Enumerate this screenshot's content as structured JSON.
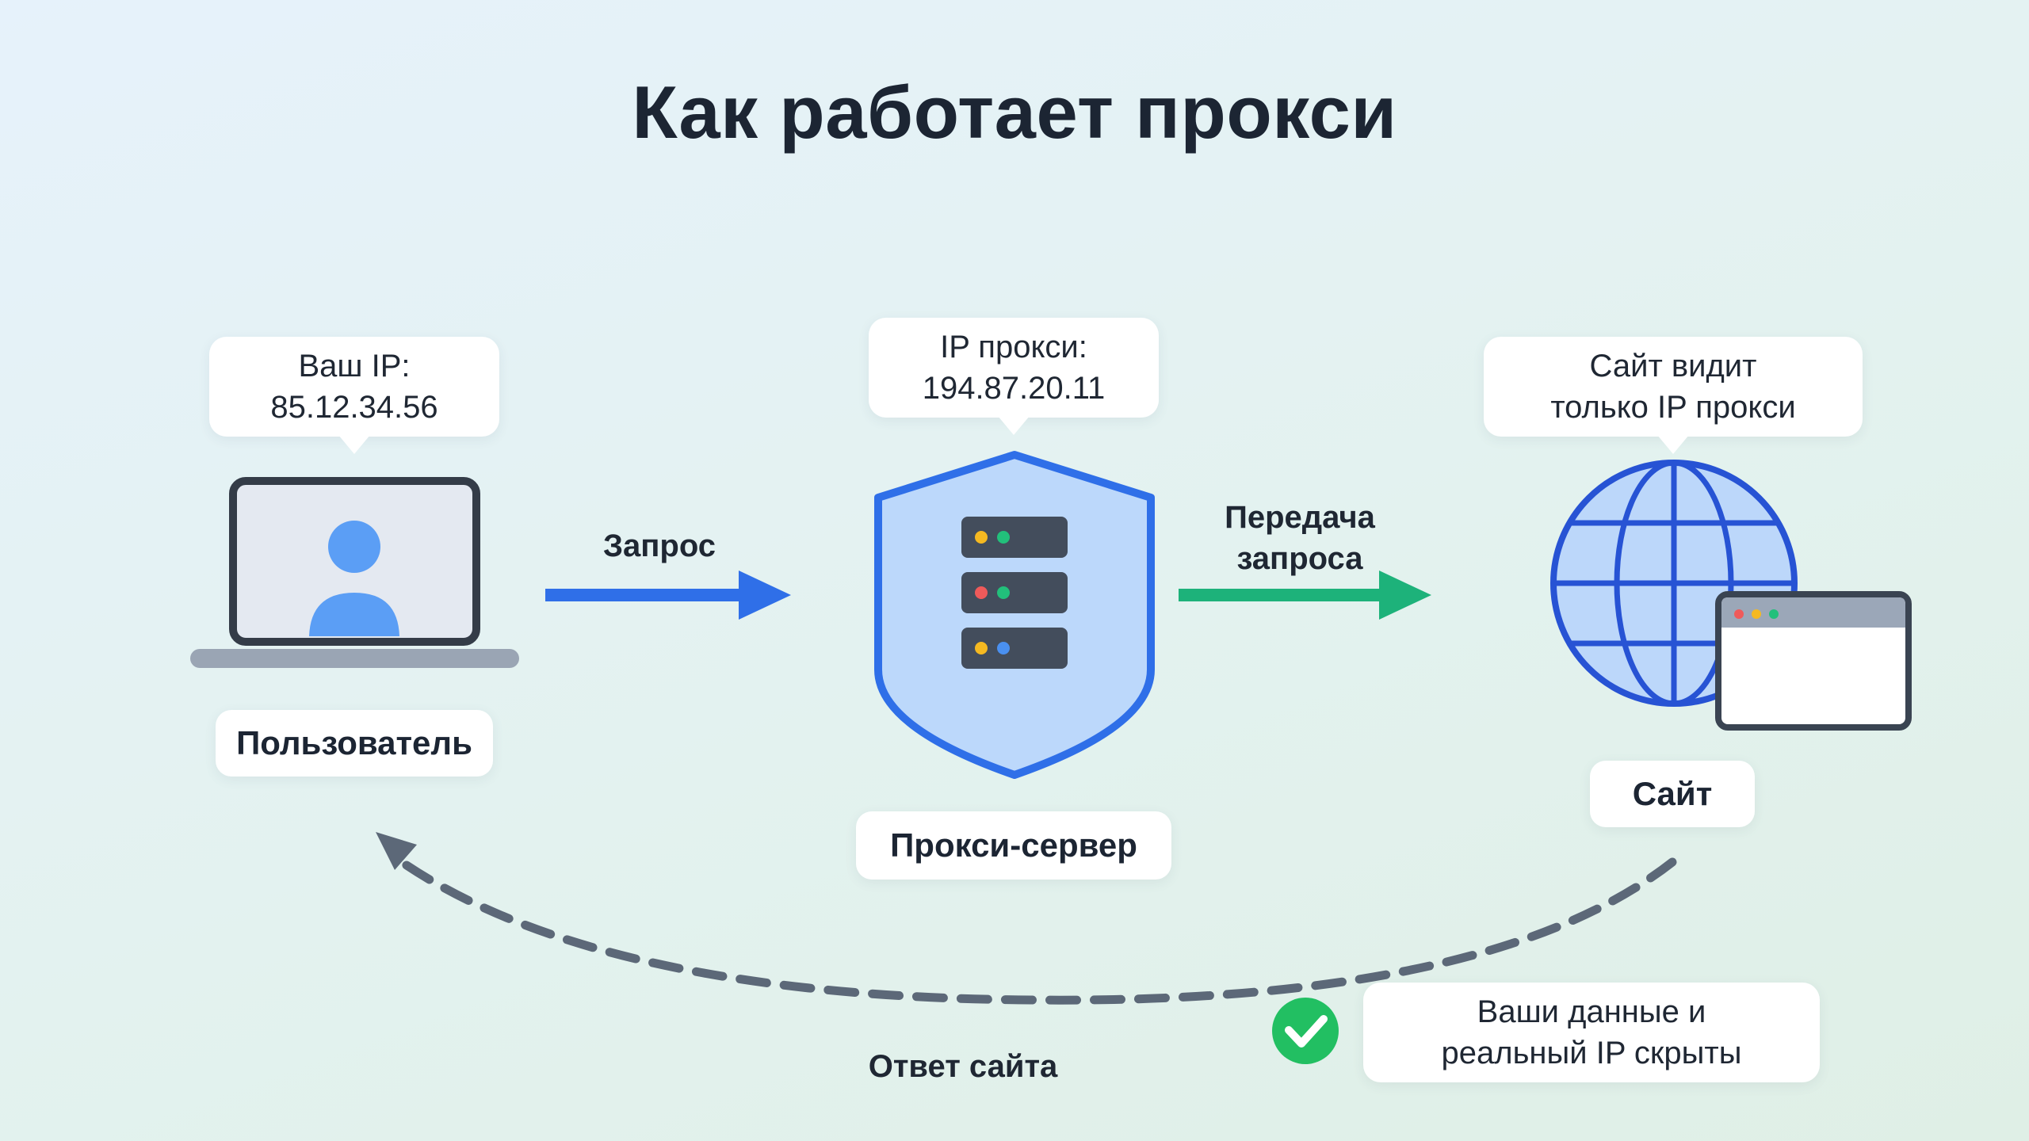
{
  "title": "Как работает прокси",
  "user": {
    "bubble_line1": "Ваш IP:",
    "bubble_line2": "85.12.34.56",
    "label": "Пользователь"
  },
  "proxy": {
    "bubble_line1": "IP прокси:",
    "bubble_line2": "194.87.20.11",
    "label": "Прокси-сервер"
  },
  "site": {
    "bubble_line1": "Сайт видит",
    "bubble_line2": "только IP прокси",
    "label": "Сайт"
  },
  "arrows": {
    "request": "Запрос",
    "forward_line1": "Передача",
    "forward_line2": "запроса",
    "response": "Ответ сайта"
  },
  "privacy": {
    "line1": "Ваши данные и",
    "line2": "реальный IP скрыты"
  },
  "colors": {
    "blue": "#2f6fe8",
    "green": "#1db27a",
    "dark": "#3a4554",
    "shield_fill": "#bcd8fb",
    "globe_fill": "#bcd7fa"
  }
}
